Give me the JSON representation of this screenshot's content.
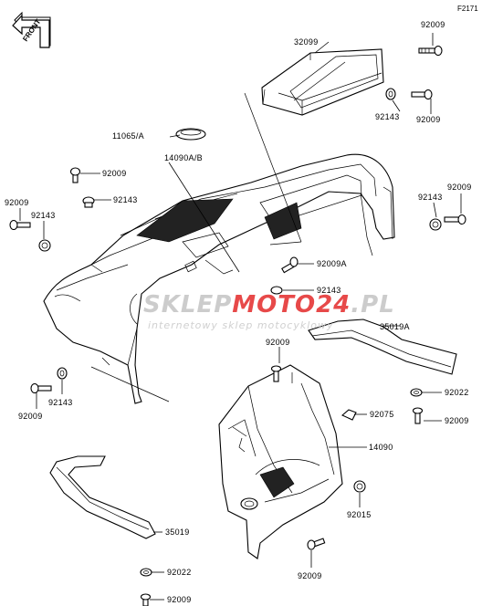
{
  "diagram_code": "F2171",
  "front_label": "FRONT",
  "watermark": {
    "brand_part1": "SKLEP",
    "brand_part2": "MOTO",
    "brand_part3": "24",
    "brand_part4": ".PL",
    "tagline": "internetowy sklep motocyklowy",
    "accent_color": "#e32a2a",
    "gray_color": "#c4c4c4"
  },
  "callouts": [
    {
      "id": "c-32099",
      "text": "32099"
    },
    {
      "id": "c-92009-tr1",
      "text": "92009"
    },
    {
      "id": "c-92143-tr",
      "text": "92143"
    },
    {
      "id": "c-92009-tr2",
      "text": "92009"
    },
    {
      "id": "c-11065",
      "text": "11065/A"
    },
    {
      "id": "c-14090ab",
      "text": "14090A/B"
    },
    {
      "id": "c-92009-l1",
      "text": "92009"
    },
    {
      "id": "c-92143-l1",
      "text": "92143"
    },
    {
      "id": "c-92009-l2",
      "text": "92009"
    },
    {
      "id": "c-92143-l2",
      "text": "92143"
    },
    {
      "id": "c-92143-r",
      "text": "92143"
    },
    {
      "id": "c-92009-r",
      "text": "92009"
    },
    {
      "id": "c-92009a",
      "text": "92009A"
    },
    {
      "id": "c-92143-m",
      "text": "92143"
    },
    {
      "id": "c-35019a",
      "text": "35019A"
    },
    {
      "id": "c-92143-bl",
      "text": "92143"
    },
    {
      "id": "c-92009-bl",
      "text": "92009"
    },
    {
      "id": "c-92009-m2",
      "text": "92009"
    },
    {
      "id": "c-92022-r",
      "text": "92022"
    },
    {
      "id": "c-92009-r2",
      "text": "92009"
    },
    {
      "id": "c-92075",
      "text": "92075"
    },
    {
      "id": "c-14090",
      "text": "14090"
    },
    {
      "id": "c-92015",
      "text": "92015"
    },
    {
      "id": "c-35019",
      "text": "35019"
    },
    {
      "id": "c-92022-b",
      "text": "92022"
    },
    {
      "id": "c-92009-b1",
      "text": "92009"
    },
    {
      "id": "c-92009-b2",
      "text": "92009"
    }
  ]
}
